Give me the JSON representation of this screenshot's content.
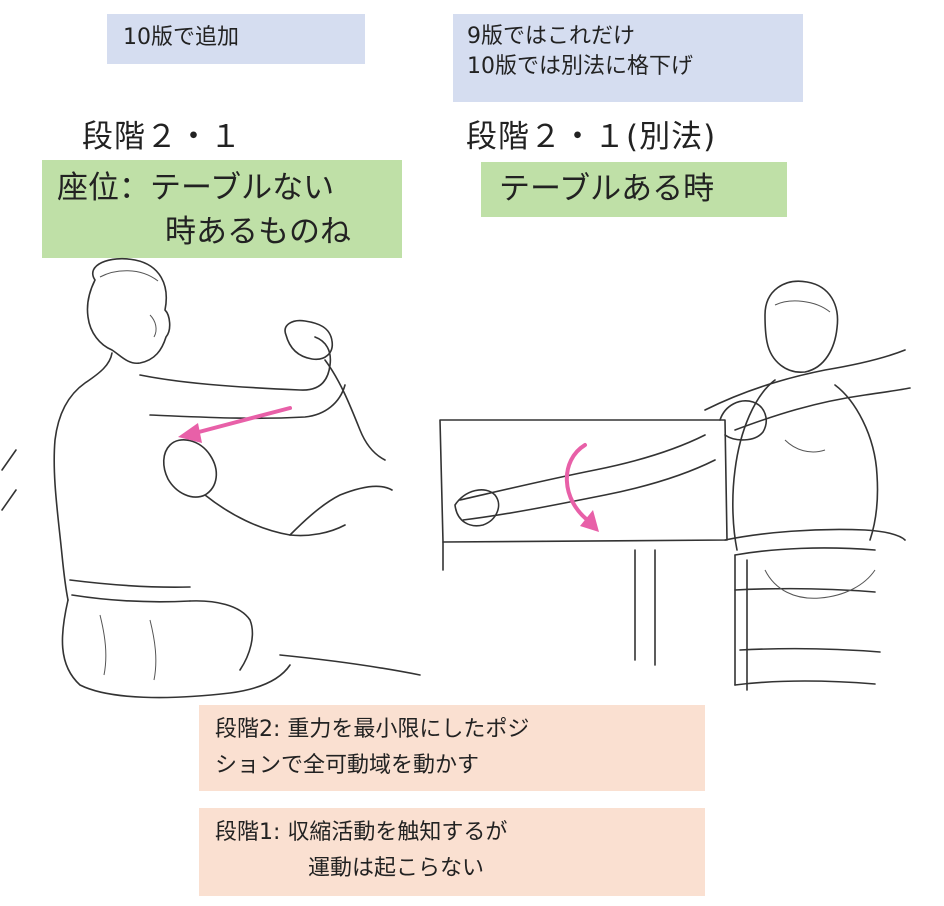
{
  "notes": {
    "added_10th": "10版で追加",
    "only_9th_line1": "9版ではこれだけ",
    "only_9th_line2": "10版では別法に格下げ"
  },
  "left": {
    "heading": "段階２・１",
    "position_line1": "座位：テーブルない",
    "position_line2": "時あるものね"
  },
  "right": {
    "heading": "段階２・１(別法)",
    "position": "テーブルある時"
  },
  "definitions": {
    "grade2_line1": "段階2: 重力を最小限にしたポジ",
    "grade2_line2": "ションで全可動域を動かす",
    "grade1_line1": "段階1: 収縮活動を触知するが",
    "grade1_line2": "運動は起こらない"
  },
  "colors": {
    "note_blue": "#d5ddf0",
    "label_green": "#bfe0a7",
    "definition_peach": "#fae0d1",
    "arrow_pink": "#e860a8"
  }
}
